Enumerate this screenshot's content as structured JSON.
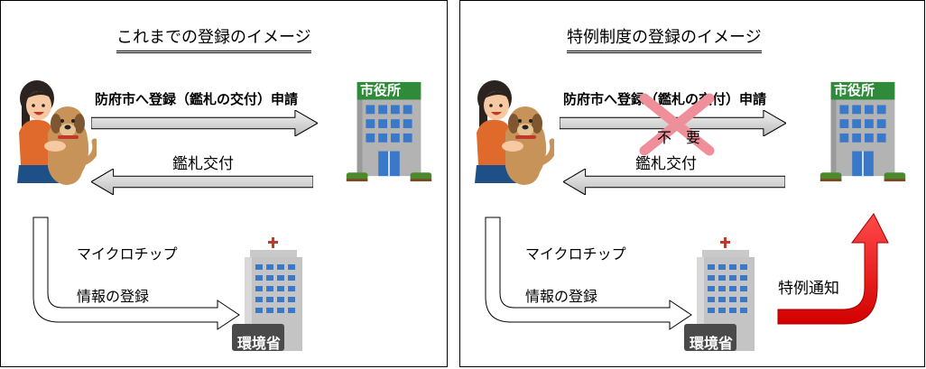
{
  "left": {
    "title": "これまでの登録のイメージ",
    "request_label": "防府市へ登録（鑑札の交付）申請",
    "issue_label": "鑑札交付",
    "chip_label1": "マイクロチップ",
    "chip_label2": "情報の登録"
  },
  "right": {
    "title": "特例制度の登録のイメージ",
    "request_label": "防府市へ登録（鑑札の交付）申請",
    "issue_label": "鑑札交付",
    "unneeded_label": "不　要",
    "chip_label1": "マイクロチップ",
    "chip_label2": "情報の登録",
    "notice_label": "特例通知"
  },
  "city_hall_sign": "市役所",
  "ministry_sign": "環境省",
  "colors": {
    "arrow_red": "#e00000",
    "cross_pink": "#ef8f9a",
    "sign_green": "#2f8a3a",
    "building_gray": "#b3b3b3",
    "window_blue": "#3a78c9"
  }
}
